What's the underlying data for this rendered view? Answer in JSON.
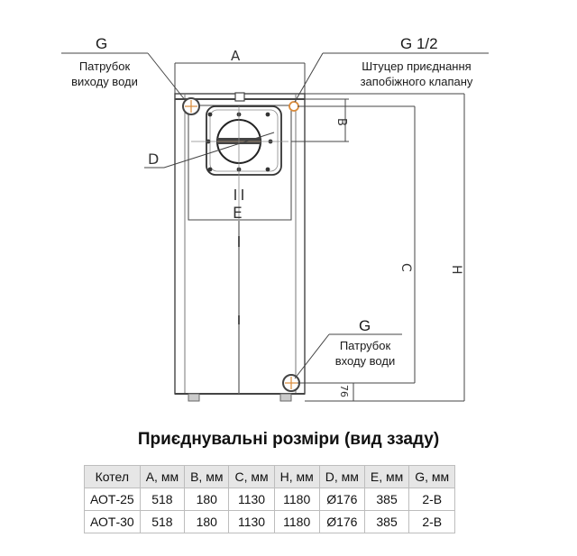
{
  "diagram": {
    "labels": {
      "A": "A",
      "B": "B",
      "C": "C",
      "D": "D",
      "E": "E",
      "H": "H",
      "g_outlet": "G",
      "g_half": "G 1/2",
      "g_inlet": "G",
      "dim_76": "76"
    },
    "callouts": {
      "outlet_line1": "Патрубок",
      "outlet_line2": "виходу води",
      "fitting_line1": "Штуцер приєднання",
      "fitting_line2": "запобіжного клапану",
      "inlet_line1": "Патрубок",
      "inlet_line2": "входу води"
    }
  },
  "table": {
    "title": "Приєднувальні розміри (вид ззаду)",
    "headers": [
      "Котел",
      "A, мм",
      "B, мм",
      "C, мм",
      "H, мм",
      "D, мм",
      "E, мм",
      "G, мм"
    ],
    "rows": [
      [
        "АОТ-25",
        "518",
        "180",
        "1130",
        "1180",
        "Ø176",
        "385",
        "2-В"
      ],
      [
        "АОТ-30",
        "518",
        "180",
        "1130",
        "1180",
        "Ø176",
        "385",
        "2-В"
      ]
    ]
  }
}
